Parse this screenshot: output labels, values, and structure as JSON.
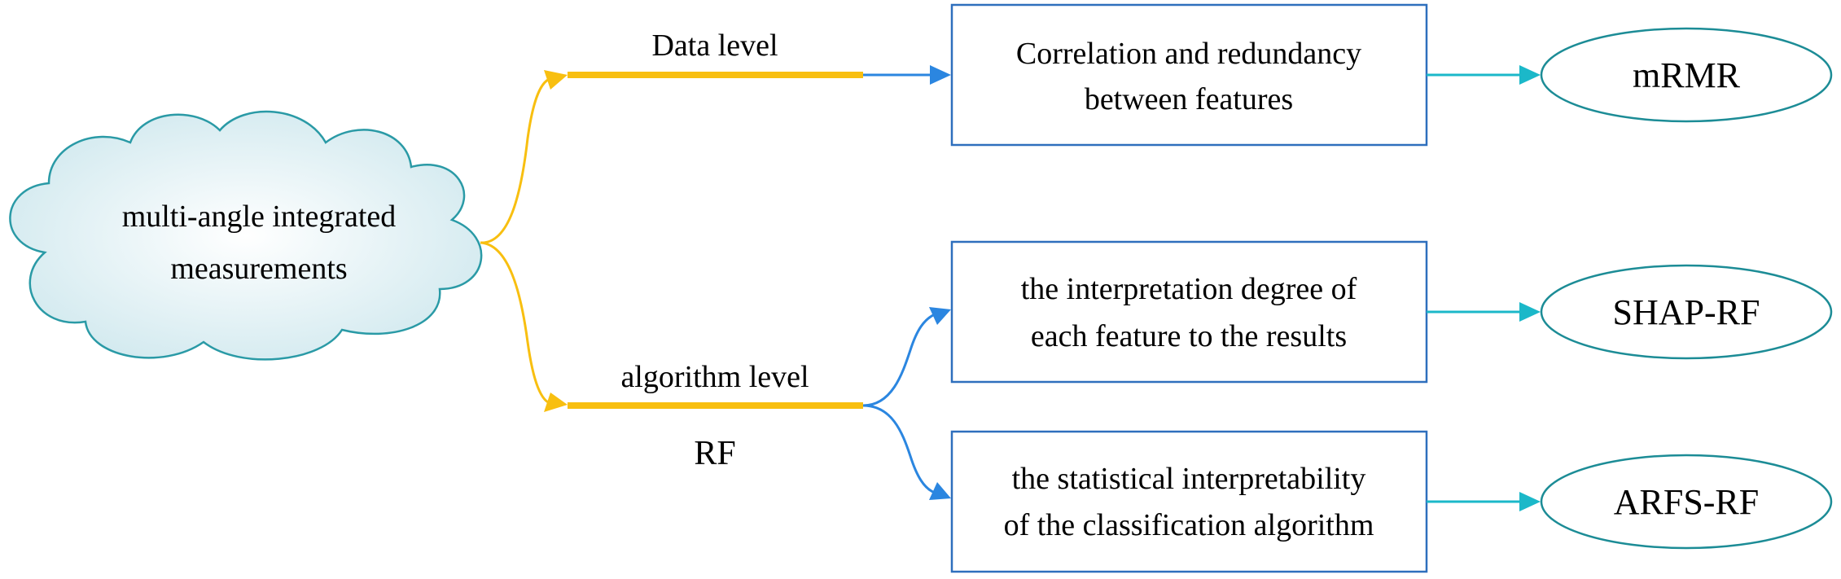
{
  "source": {
    "label_line1": "multi-angle integrated",
    "label_line2": "measurements"
  },
  "levels": {
    "data": {
      "label": "Data level"
    },
    "algorithm": {
      "label": "algorithm level",
      "sublabel": "RF"
    }
  },
  "boxes": {
    "correlation": {
      "line1": "Correlation and redundancy",
      "line2": "between features"
    },
    "interpretation": {
      "line1": "the interpretation degree of",
      "line2": "each feature to the results"
    },
    "statistical": {
      "line1": "the statistical interpretability",
      "line2": "of the classification algorithm"
    }
  },
  "methods": {
    "mrmr": {
      "label": "mRMR"
    },
    "shap": {
      "label": "SHAP-RF"
    },
    "arfs": {
      "label": "ARFS-RF"
    }
  },
  "colors": {
    "cloud_fill": "#e2f1f4",
    "cloud_stroke": "#2a9aa6",
    "yellow": "#f8bf10",
    "blue_arrow": "#2b86e0",
    "box_stroke": "#2e6fbd",
    "teal_arrow": "#1bb8c9",
    "ellipse_stroke": "#1c8c96"
  }
}
